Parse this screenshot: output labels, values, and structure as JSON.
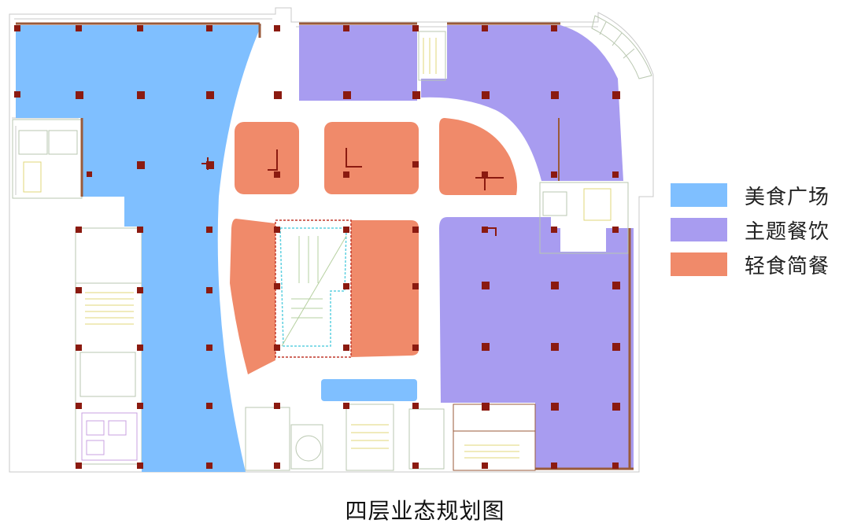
{
  "legend": {
    "items": [
      {
        "label": "美食广场",
        "color": "#7fbfff"
      },
      {
        "label": "主题餐饮",
        "color": "#a89cf0"
      },
      {
        "label": "轻食简餐",
        "color": "#f08a6a"
      }
    ]
  },
  "caption": "四层业态规划图",
  "colors": {
    "food_court": "#7fbfff",
    "theme_dining": "#a89cf0",
    "light_meal": "#f08a6a",
    "column": "#8b1a10",
    "wall": "#9a5a3a",
    "line": "#b9c7b0"
  }
}
